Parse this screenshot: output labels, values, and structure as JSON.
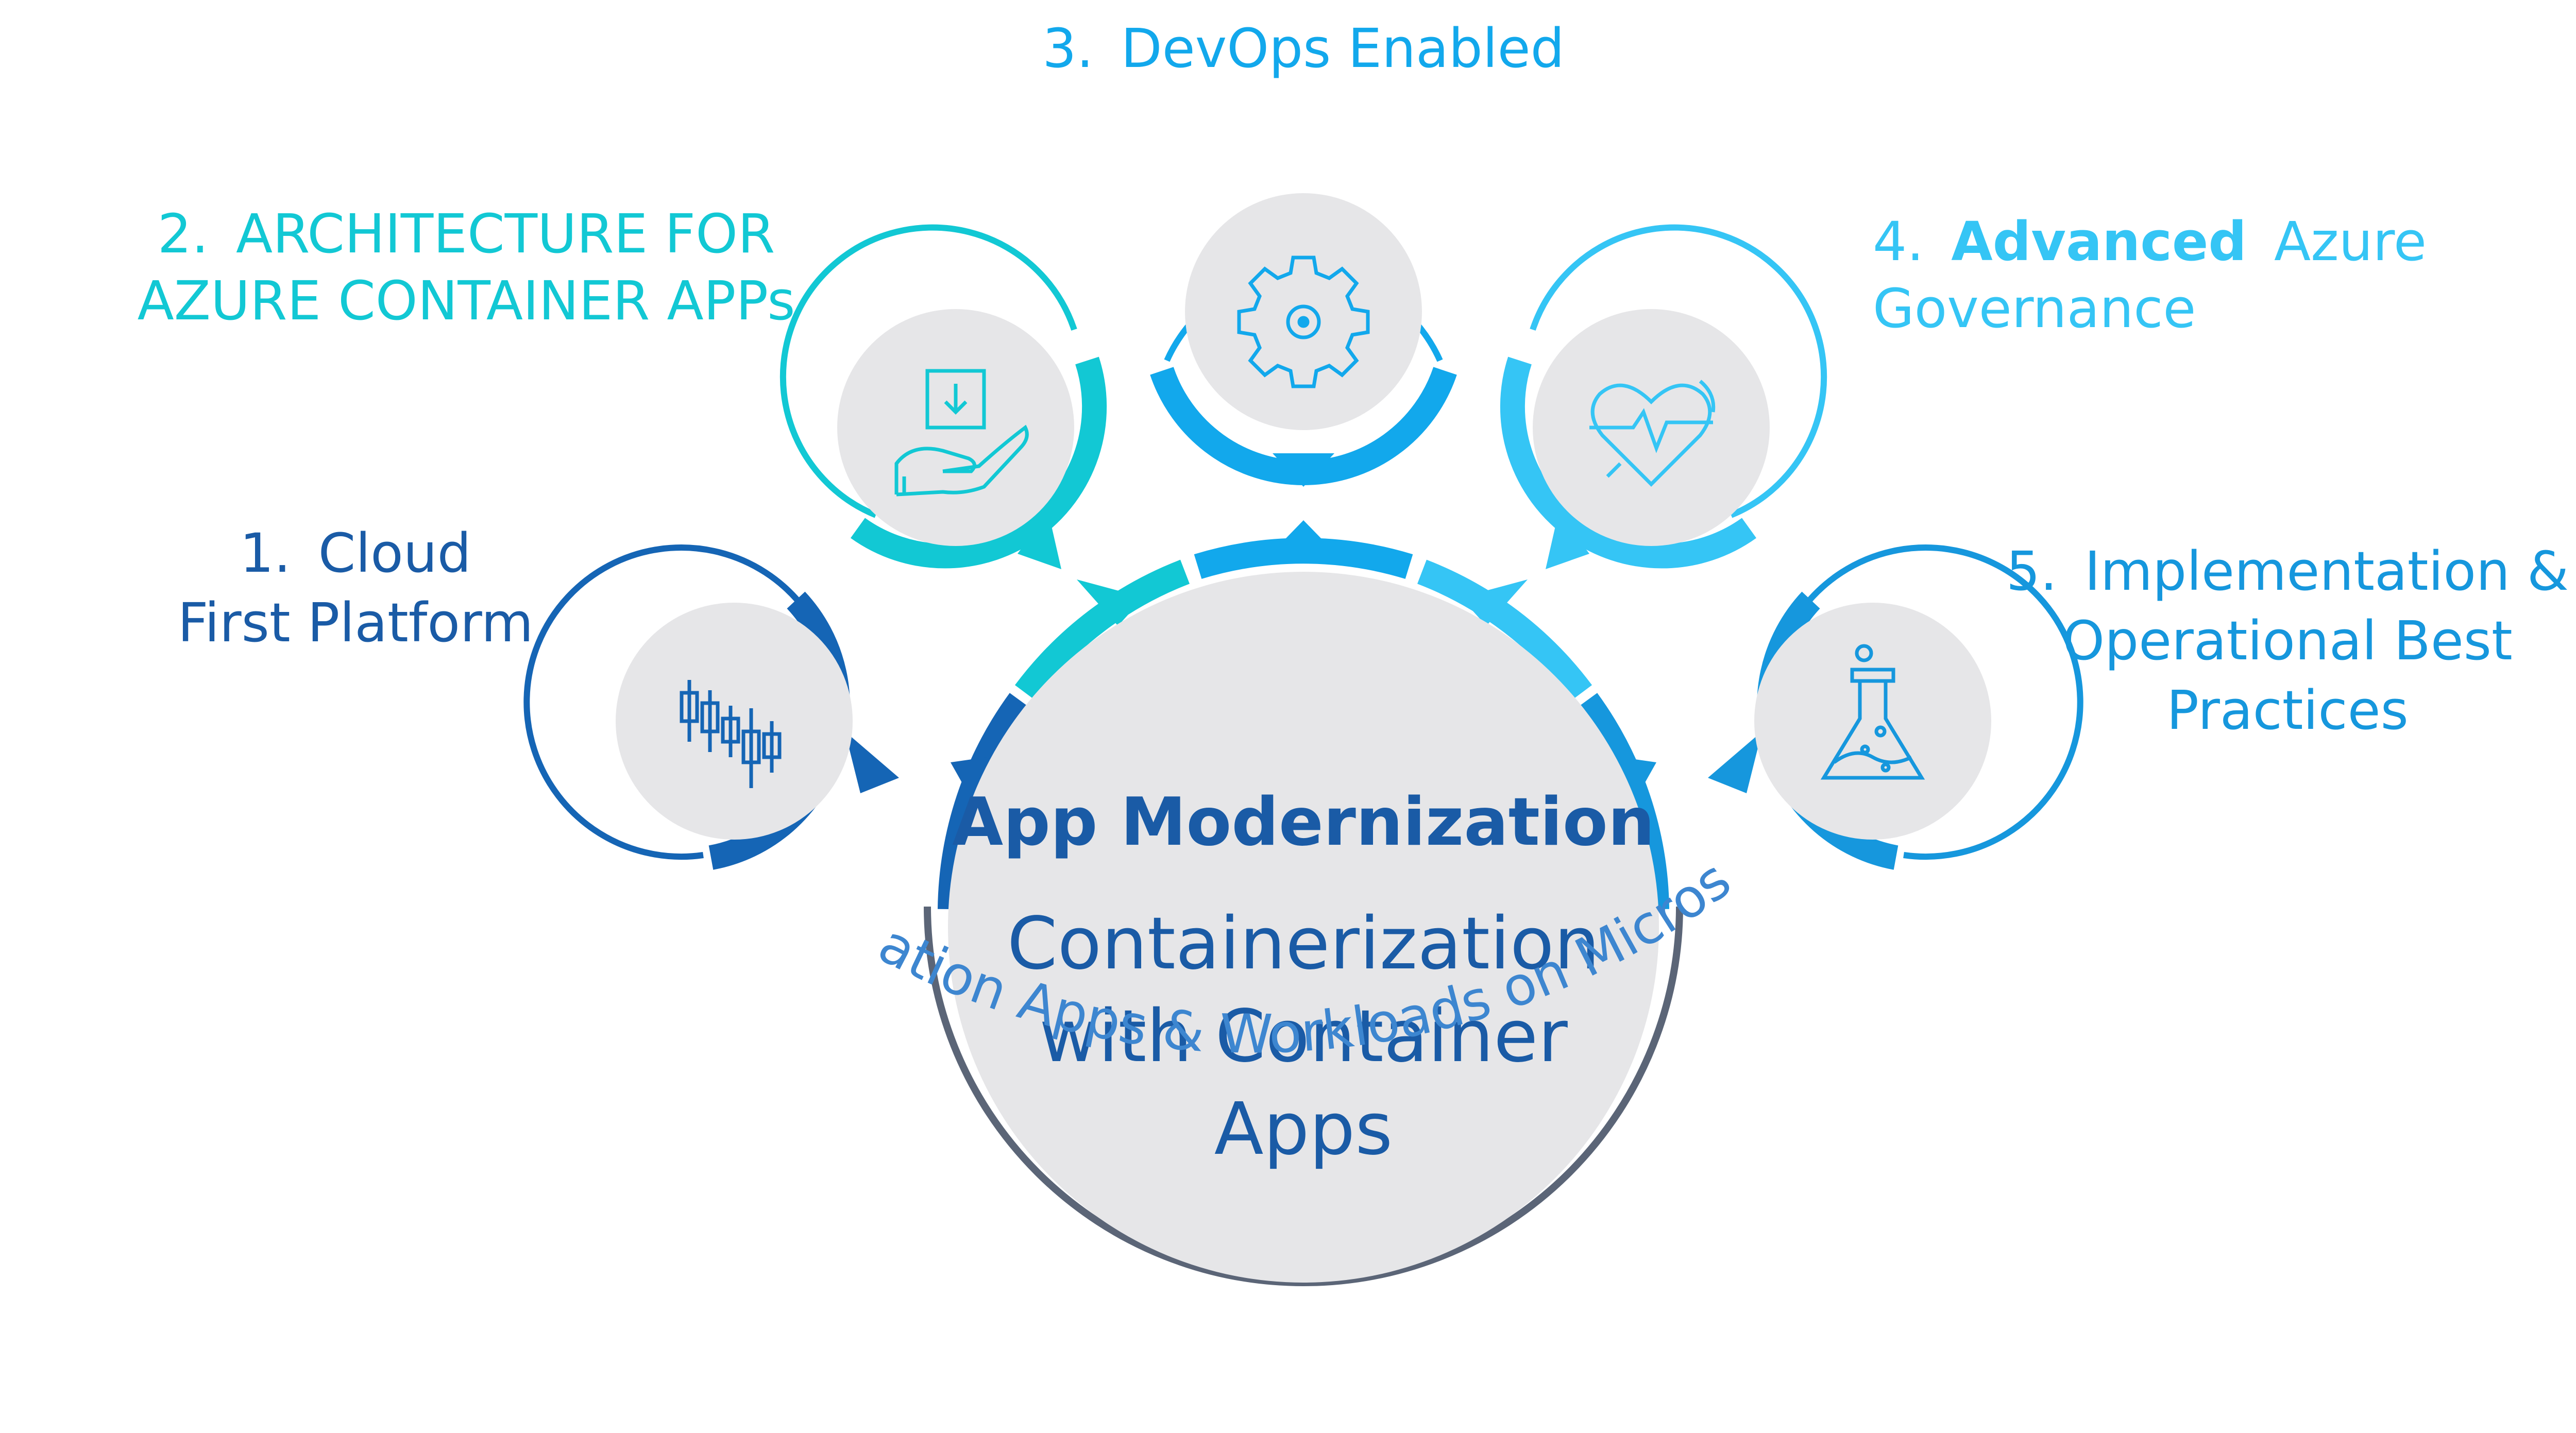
{
  "center": {
    "title": "App Modernization",
    "subtitle_lines": [
      "Containerization",
      "with Container",
      "Apps"
    ],
    "arc_text": "Modernization Apps & Workloads on Microsoft Azure"
  },
  "pillars": [
    {
      "number": "1.",
      "lines": [
        "Cloud",
        "First Platform"
      ],
      "icon": "candlestick-chart-icon",
      "color": "#1565b5"
    },
    {
      "number": "2.",
      "lines": [
        "ARCHITECTURE FOR",
        "AZURE CONTAINER APPs"
      ],
      "icon": "hand-holding-box-icon",
      "color": "#12c8d4"
    },
    {
      "number": "3.",
      "lines": [
        "DevOps Enabled"
      ],
      "icon": "gear-icon",
      "color": "#12a8ec"
    },
    {
      "number": "4.",
      "bold_word": "Advanced",
      "lines": [
        "Azure",
        "Governance"
      ],
      "icon": "heart-pulse-icon",
      "color": "#35c5f5"
    },
    {
      "number": "5.",
      "lines": [
        "Implementation &",
        "Operational Best",
        "Practices"
      ],
      "icon": "lab-flask-icon",
      "color": "#1697dd"
    }
  ],
  "colors": {
    "title": "#1a5ba6",
    "center_fill": "#e6e6e8",
    "outer_ring": "#5b6577",
    "arc_text": "#3d86d0"
  }
}
